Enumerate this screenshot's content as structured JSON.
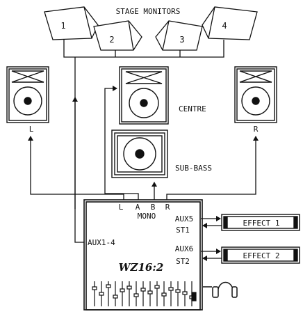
{
  "title": "STAGE MONITORS",
  "monitors": [
    "1",
    "2",
    "3",
    "4"
  ],
  "speakers": {
    "left": "L",
    "right": "R",
    "centre": "CENTRE",
    "sub": "SUB-BASS"
  },
  "mixer": {
    "name": "WZ16:2",
    "out_l": "L",
    "out_a": "A",
    "out_b": "B",
    "out_r": "R",
    "mono": "MONO",
    "aux5": "AUX5",
    "st1": "ST1",
    "aux6": "AUX6",
    "st2": "ST2",
    "aux14": "AUX1-4"
  },
  "effects": [
    "EFFECT 1",
    "EFFECT 2"
  ],
  "headphones": "headphones-icon"
}
